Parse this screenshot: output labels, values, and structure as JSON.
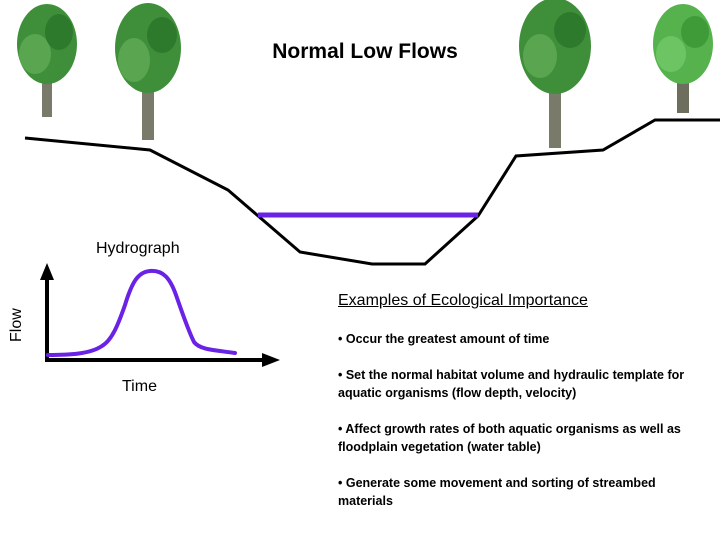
{
  "slide": {
    "title": "Normal Low Flows"
  },
  "hydrograph": {
    "title": "Hydrograph",
    "y_label": "Flow",
    "x_label": "Time"
  },
  "examples": {
    "heading": "Examples of Ecological Importance",
    "bullets": [
      "• Occur the greatest amount of time",
      "• Set the normal habitat volume and hydraulic template for aquatic organisms (flow depth, velocity)",
      "• Affect growth rates of both aquatic organisms as well as floodplain vegetation (water table)",
      "• Generate some movement and sorting of streambed materials"
    ]
  },
  "colors": {
    "water": "#6a22e6",
    "ground": "#000000",
    "foliage": "#3f8f3a",
    "trunk": "#7a7a6a"
  },
  "icons": [
    "tree-icon",
    "tree-icon",
    "tree-icon",
    "tree-icon"
  ]
}
